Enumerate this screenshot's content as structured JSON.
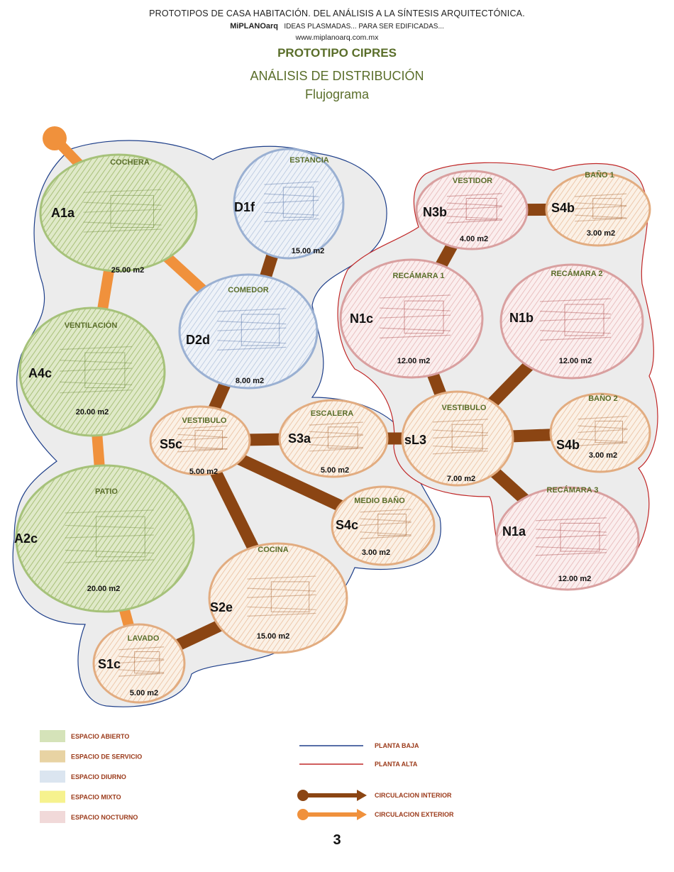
{
  "header": {
    "line1": "PROTOTIPOS DE CASA HABITACIÓN.  DEL ANÁLISIS A LA SÍNTESIS ARQUITECTÓNICA.",
    "brand": "MiPLANOarq",
    "tagline": "IDEAS PLASMADAS...   PARA SER EDIFICADAS...",
    "website": "www.miplanoarq.com.mx",
    "title": "PROTOTIPO CIPRES",
    "subtitle": "ANÁLISIS DE DISTRIBUCIÓN",
    "subtitle2": "Flujograma"
  },
  "colors": {
    "abierto": "#6f9a3a",
    "servicio": "#b8541c",
    "diurno": "#3b5f9a",
    "nocturno": "#b03030",
    "interior": "#8b4513",
    "exterior": "#f0913c",
    "bg_blob": "#eeeeee"
  },
  "rooms": [
    {
      "id": "cochera",
      "name": "COCHERA",
      "code": "A1a",
      "area": "25.00 m2",
      "type": "abierto",
      "icon": "car-icon"
    },
    {
      "id": "estancia",
      "name": "ESTANCIA",
      "code": "D1f",
      "area": "15.00 m2",
      "type": "diurno",
      "icon": "sofa-icon"
    },
    {
      "id": "comedor",
      "name": "COMEDOR",
      "code": "D2d",
      "area": "8.00 m2",
      "type": "diurno",
      "icon": "table-icon"
    },
    {
      "id": "ventilacion",
      "name": "VENTILACIÓN",
      "code": "A4c",
      "area": "20.00 m2",
      "type": "abierto",
      "icon": "plant-icon"
    },
    {
      "id": "vestibulo1",
      "name": "VESTIBULO",
      "code": "S5c",
      "area": "5.00 m2",
      "type": "servicio",
      "icon": "hall-icon"
    },
    {
      "id": "escalera",
      "name": "ESCALERA",
      "code": "S3a",
      "area": "5.00 m2",
      "type": "servicio",
      "icon": "stairs-icon"
    },
    {
      "id": "mediobano",
      "name": "MEDIO BAÑO",
      "code": "S4c",
      "area": "3.00 m2",
      "type": "servicio",
      "icon": "toilet-icon"
    },
    {
      "id": "patio",
      "name": "PATIO",
      "code": "A2c",
      "area": "20.00 m2",
      "type": "abierto",
      "icon": "tree-icon"
    },
    {
      "id": "cocina",
      "name": "COCINA",
      "code": "S2e",
      "area": "15.00 m2",
      "type": "servicio",
      "icon": "kitchen-icon"
    },
    {
      "id": "lavado",
      "name": "LAVADO",
      "code": "S1c",
      "area": "5.00 m2",
      "type": "servicio",
      "icon": "laundry-icon"
    },
    {
      "id": "vestidor",
      "name": "VESTIDOR",
      "code": "N3b",
      "area": "4.00 m2",
      "type": "nocturno",
      "icon": "closet-icon"
    },
    {
      "id": "bano1",
      "name": "BAÑO 1",
      "code": "S4b",
      "area": "3.00 m2",
      "type": "servicio",
      "icon": "bath-icon"
    },
    {
      "id": "recamara1",
      "name": "RECÁMARA 1",
      "code": "N1c",
      "area": "12.00 m2",
      "type": "nocturno",
      "icon": "bed-icon"
    },
    {
      "id": "recamara2",
      "name": "RECÁMARA 2",
      "code": "N1b",
      "area": "12.00 m2",
      "type": "nocturno",
      "icon": "bed-icon"
    },
    {
      "id": "vestibulo2",
      "name": "VESTIBULO",
      "code": "sL3",
      "area": "7.00 m2",
      "type": "servicio",
      "icon": "hall-icon"
    },
    {
      "id": "bano2",
      "name": "BAÑO 2",
      "code": "S4b",
      "area": "3.00 m2",
      "type": "servicio",
      "icon": "bath-icon"
    },
    {
      "id": "recamara3",
      "name": "RECÁMARA 3",
      "code": "N1a",
      "area": "12.00 m2",
      "type": "nocturno",
      "icon": "bed-icon"
    }
  ],
  "connections": [
    {
      "from": "cochera",
      "to": "ventilacion",
      "kind": "exterior"
    },
    {
      "from": "ventilacion",
      "to": "patio",
      "kind": "exterior"
    },
    {
      "from": "patio",
      "to": "lavado",
      "kind": "exterior"
    },
    {
      "from": "cochera",
      "to": "comedor",
      "kind": "exterior"
    },
    {
      "from": "estancia",
      "to": "comedor",
      "kind": "interior"
    },
    {
      "from": "comedor",
      "to": "vestibulo1",
      "kind": "interior"
    },
    {
      "from": "vestibulo1",
      "to": "escalera",
      "kind": "interior"
    },
    {
      "from": "vestibulo1",
      "to": "mediobano",
      "kind": "interior"
    },
    {
      "from": "vestibulo1",
      "to": "cocina",
      "kind": "interior"
    },
    {
      "from": "cocina",
      "to": "lavado",
      "kind": "interior"
    },
    {
      "from": "escalera",
      "to": "vestibulo2",
      "kind": "interior"
    },
    {
      "from": "vestibulo2",
      "to": "recamara1",
      "kind": "interior"
    },
    {
      "from": "vestibulo2",
      "to": "recamara2",
      "kind": "interior"
    },
    {
      "from": "vestibulo2",
      "to": "bano2",
      "kind": "interior"
    },
    {
      "from": "vestibulo2",
      "to": "recamara3",
      "kind": "interior"
    },
    {
      "from": "recamara1",
      "to": "vestidor",
      "kind": "interior"
    },
    {
      "from": "vestidor",
      "to": "bano1",
      "kind": "interior"
    }
  ],
  "legend": {
    "types": [
      {
        "label": "ESPACIO  ABIERTO",
        "color": "#d5e3b9"
      },
      {
        "label": "ESPACIO  DE  SERVICIO",
        "color": "#e8d3a3"
      },
      {
        "label": "ESPACIO  DIURNO",
        "color": "#dbe5f0"
      },
      {
        "label": "ESPACIO  MIXTO",
        "color": "#f6f28e"
      },
      {
        "label": "ESPACIO NOCTURNO",
        "color": "#f1d9d9"
      }
    ],
    "lines": [
      {
        "label": "PLANTA BAJA",
        "color": "#1e3f8a"
      },
      {
        "label": "PLANTA ALTA",
        "color": "#c02828"
      }
    ],
    "arrows": [
      {
        "label": "CIRCULACION INTERIOR",
        "color": "#8b4513"
      },
      {
        "label": "CIRCULACION EXTERIOR",
        "color": "#f0913c"
      }
    ]
  },
  "page_number": "3"
}
